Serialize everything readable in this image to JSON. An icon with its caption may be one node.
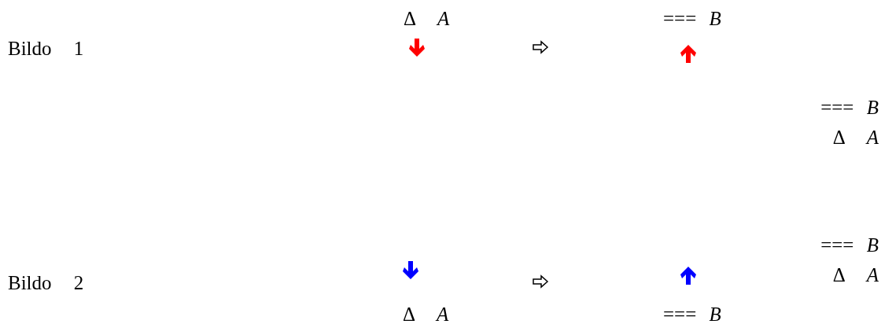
{
  "diagram": {
    "labels": [
      "Δ *A*",
      "=== *B*",
      "Bildo 1",
      "=== *B*",
      "Δ *A*",
      "=== *B*",
      "Δ *A*",
      "Bildo 2",
      "Δ *A*",
      "=== *B*"
    ]
  }
}
